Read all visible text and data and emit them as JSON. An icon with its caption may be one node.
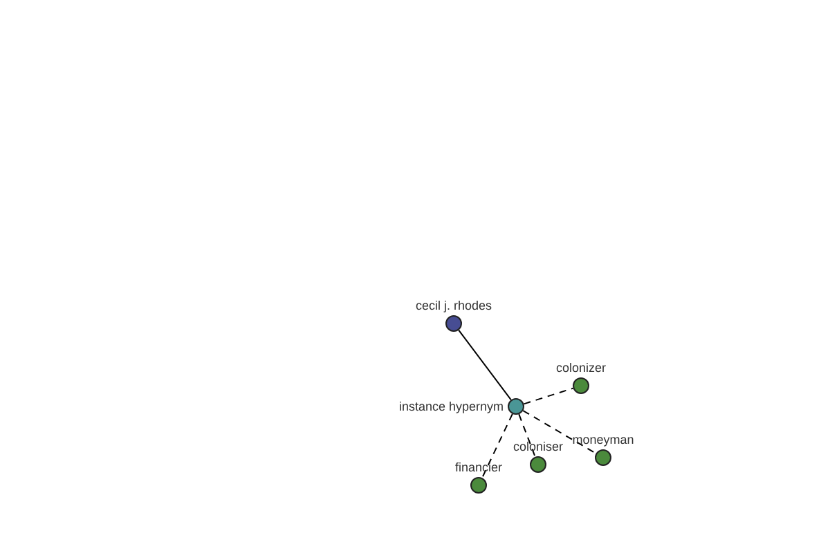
{
  "diagram": {
    "nodes": [
      {
        "text": [
          "cecil j. rhodes"
        ]
      },
      {
        "text": [
          "instance hypernym"
        ]
      },
      {
        "text": [
          "colonizer"
        ]
      },
      {
        "text": [
          "moneyman"
        ]
      },
      {
        "text": [
          "coloniser"
        ]
      },
      {
        "text": [
          "financier"
        ]
      }
    ],
    "edges": [
      {
        "from": 0,
        "to": 1,
        "arrow": "none"
      },
      {
        "from": 1,
        "to": 2,
        "arrow": "none",
        "style": "dashed"
      },
      {
        "from": 1,
        "to": 3,
        "arrow": "none",
        "style": "dashed"
      },
      {
        "from": 1,
        "to": 4,
        "arrow": "none",
        "style": "dashed"
      },
      {
        "from": 1,
        "to": 5,
        "arrow": "none",
        "style": "dashed"
      }
    ]
  }
}
